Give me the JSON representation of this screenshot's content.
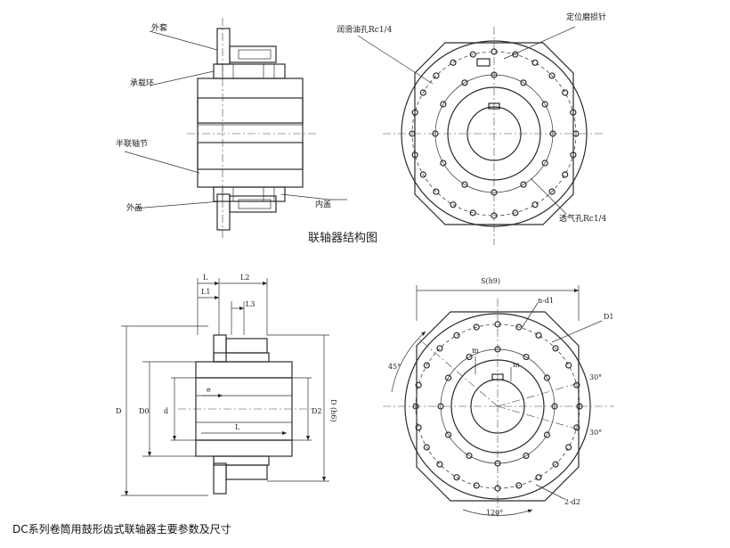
{
  "top": {
    "caption": "联轴器结构图",
    "parts": {
      "outer_sleeve": "外套",
      "bearing_ring": "承载环",
      "half_hub": "半联轴节",
      "outer_cover": "外盖",
      "inner_cover": "内盖",
      "oil_hole": "润滑油孔Rc1/4",
      "indicator": "定位磨损针",
      "vent_hole": "透气孔Rc1/4"
    }
  },
  "dims": {
    "L": "L",
    "L1": "L1",
    "L2": "L2",
    "L3": "L3",
    "D": "D",
    "D0": "D0",
    "d": "d",
    "D2": "D2",
    "Dh": "D (h6)",
    "e": "e",
    "L_mid": "L",
    "S": "S(h9)",
    "n_d1": "n-d1",
    "D1": "D1",
    "angle45": "45°",
    "angle30a": "30°",
    "angle30b": "30°",
    "angle120": "120°",
    "two_d2": "2-d2",
    "m1": "m",
    "m2": "m"
  },
  "footer": "DC系列卷筒用鼓形齿式联轴器主要参数及尺寸"
}
